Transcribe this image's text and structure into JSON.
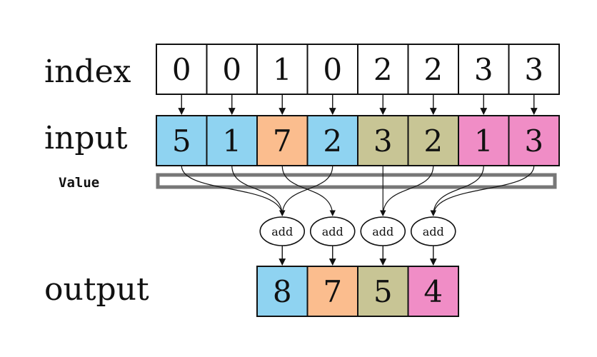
{
  "labels": {
    "index": "index",
    "input": "input",
    "value": "Value",
    "output": "output"
  },
  "op_label": "add",
  "index": [
    "0",
    "0",
    "1",
    "0",
    "2",
    "2",
    "3",
    "3"
  ],
  "input": [
    "5",
    "1",
    "7",
    "2",
    "3",
    "2",
    "1",
    "3"
  ],
  "output": [
    "8",
    "7",
    "5",
    "4"
  ],
  "colors": {
    "group0": "#8fd3f1",
    "group1": "#fbbd8e",
    "group2": "#c8c595",
    "group3": "#f08dc6"
  }
}
